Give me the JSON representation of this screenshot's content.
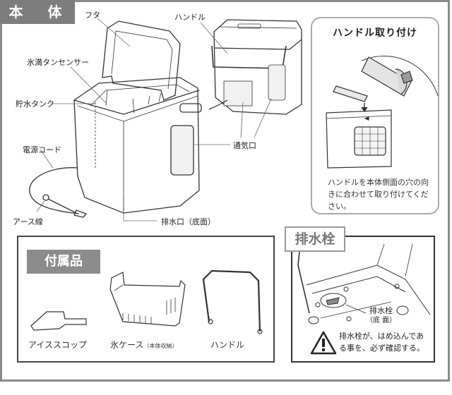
{
  "main_section": {
    "title": "本 体",
    "labels": {
      "lid": "フタ",
      "handle": "ハンドル",
      "ice_full_sensor": "氷満タンセンサー",
      "water_tank": "貯水タンク",
      "power_cord": "電源コード",
      "ground_wire": "アース線",
      "vent": "通気口",
      "drain_outlet": "排水口（底面）"
    }
  },
  "handle_install": {
    "title": "ハンドル取り付け",
    "description": "ハンドルを本体側面の穴の向きに合わせて取り付けてください。"
  },
  "accessories": {
    "title": "付属品",
    "items": [
      {
        "name": "アイススコップ",
        "note": ""
      },
      {
        "name": "氷ケース",
        "note": "（本体収納）"
      },
      {
        "name": "ハンドル",
        "note": ""
      }
    ]
  },
  "drain_plug": {
    "title": "排水栓",
    "label": "排水栓",
    "label_sub": "（底 面）",
    "warning": "排水栓が、はめ込んである事を、必ず確認する。",
    "warning_icon": "warning-triangle-icon"
  },
  "colors": {
    "tag_gray": "#7d7d7d",
    "frame_gray": "#8a8a8a",
    "line": "#333333"
  }
}
